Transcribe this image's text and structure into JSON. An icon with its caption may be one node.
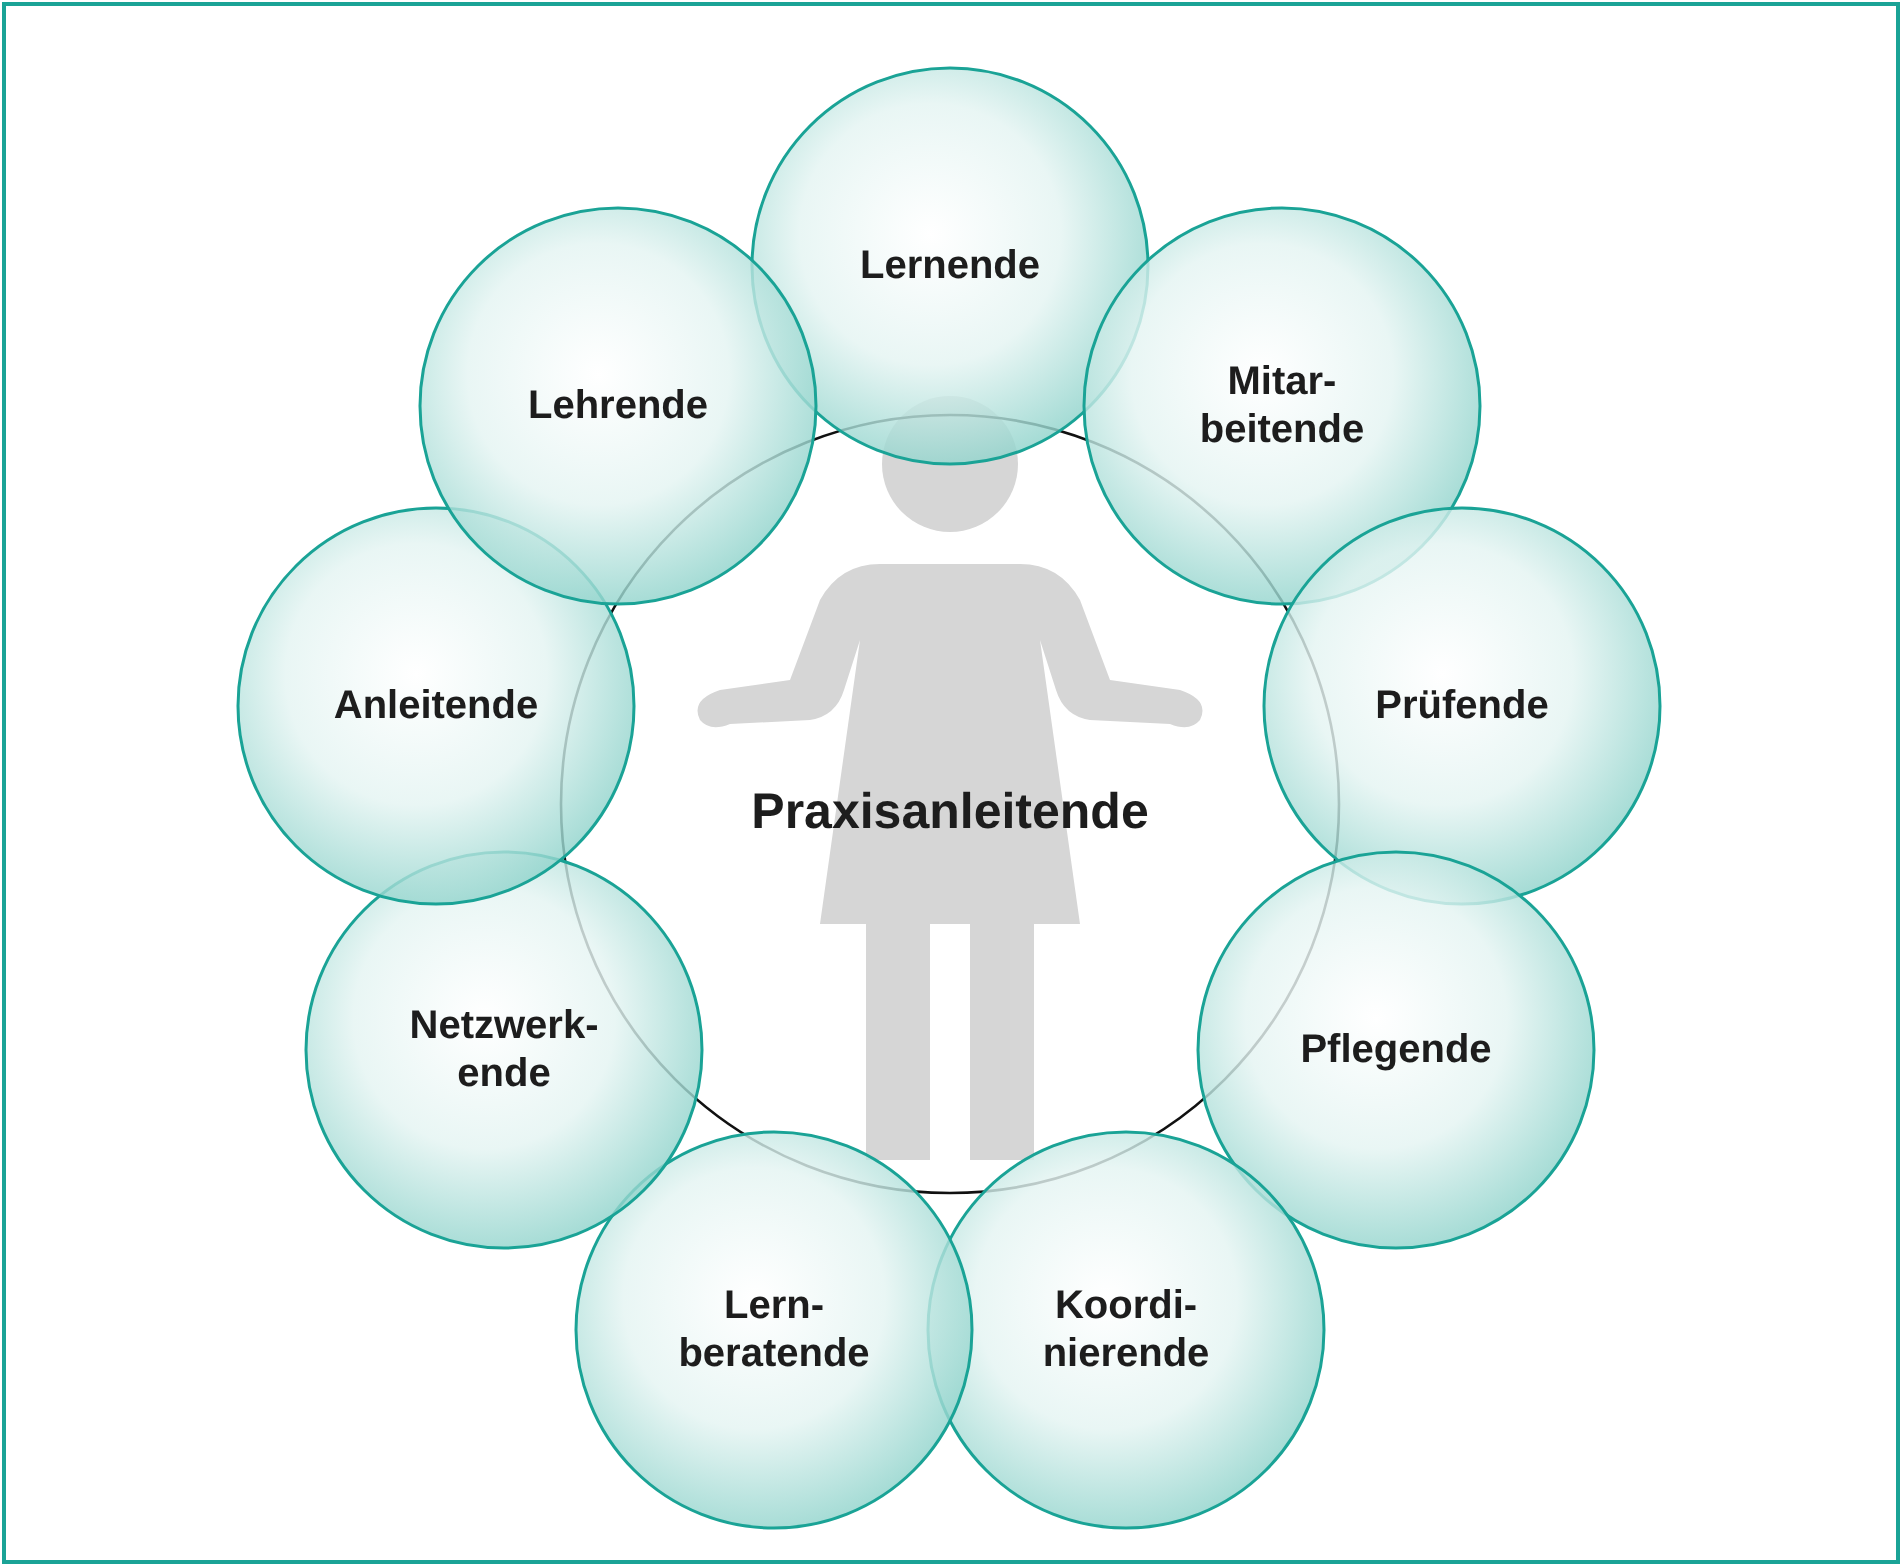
{
  "diagram": {
    "nodes": [
      {
        "text": [
          "Praxisanleitende"
        ]
      },
      {
        "text": [
          "Lernende"
        ]
      },
      {
        "text": [
          "Mitar- beitende"
        ]
      },
      {
        "text": [
          "Prüfende"
        ]
      },
      {
        "text": [
          "Pflegende"
        ]
      },
      {
        "text": [
          "Koordi- nierende"
        ]
      },
      {
        "text": [
          "Lern- beratende"
        ]
      },
      {
        "text": [
          "Netzwerk- ende"
        ]
      },
      {
        "text": [
          "Anleitende"
        ]
      },
      {
        "text": [
          "Lehrende"
        ]
      }
    ]
  }
}
